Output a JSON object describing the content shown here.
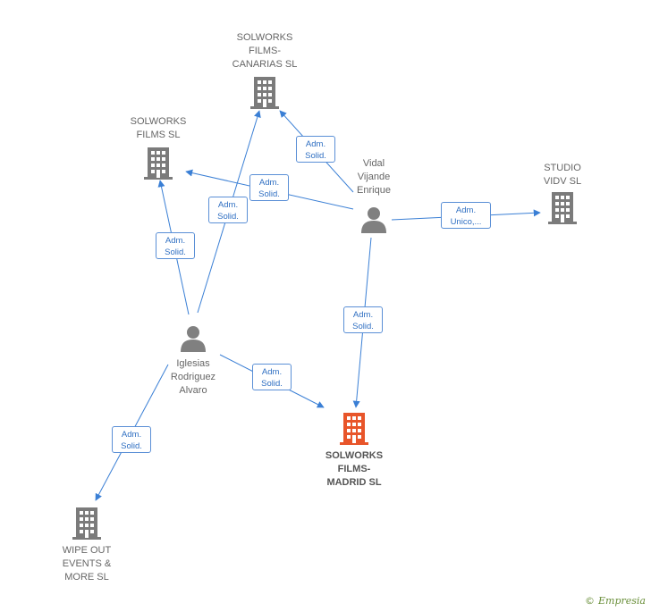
{
  "nodes": {
    "canarias": {
      "label": "SOLWORKS\nFILMS-\nCANARIAS  SL",
      "type": "company"
    },
    "films": {
      "label": "SOLWORKS\nFILMS  SL",
      "type": "company"
    },
    "studio": {
      "label": "STUDIO\nVIDV  SL",
      "type": "company"
    },
    "madrid": {
      "label": "SOLWORKS\nFILMS-\nMADRID  SL",
      "type": "company",
      "highlight": true
    },
    "wipeout": {
      "label": "WIPE OUT\nEVENTS &\nMORE  SL",
      "type": "company"
    },
    "vidal": {
      "label": "Vidal\nVijande\nEnrique",
      "type": "person"
    },
    "iglesias": {
      "label": "Iglesias\nRodriguez\nAlvaro",
      "type": "person"
    }
  },
  "edges": [
    {
      "from": "vidal",
      "to": "canarias",
      "role": "Adm.\nSolid."
    },
    {
      "from": "vidal",
      "to": "films",
      "role": "Adm.\nSolid."
    },
    {
      "from": "vidal",
      "to": "studio",
      "role": "Adm.\nUnico,..."
    },
    {
      "from": "vidal",
      "to": "madrid",
      "role": "Adm.\nSolid."
    },
    {
      "from": "iglesias",
      "to": "films",
      "role": "Adm.\nSolid."
    },
    {
      "from": "iglesias",
      "to": "canarias",
      "role": "Adm.\nSolid."
    },
    {
      "from": "iglesias",
      "to": "madrid",
      "role": "Adm.\nSolid."
    },
    {
      "from": "iglesias",
      "to": "wipeout",
      "role": "Adm.\nSolid."
    }
  ],
  "colors": {
    "edge": "#3a7fd5",
    "company": "#7b7b7b",
    "highlight": "#e8552a",
    "person": "#808080"
  },
  "footer": {
    "copyright": "©",
    "brand": "Empresia"
  }
}
